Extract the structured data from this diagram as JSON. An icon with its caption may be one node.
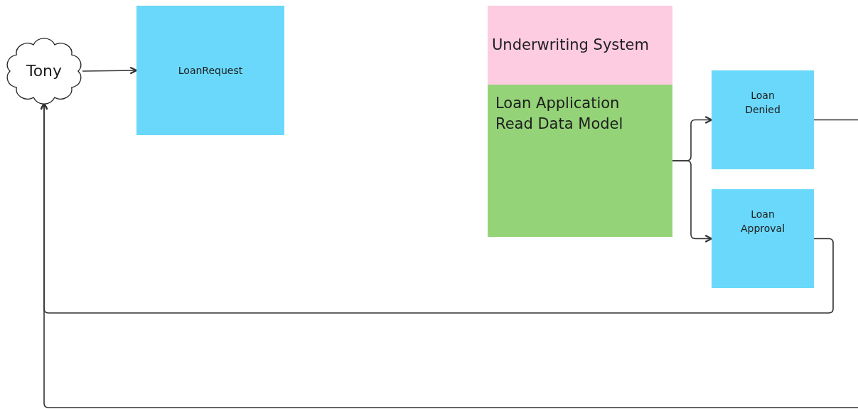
{
  "diagram": {
    "nodes": [
      {
        "text": [
          "Tony"
        ]
      },
      {
        "text": [
          "LoanRequest"
        ]
      },
      {
        "text": [
          "Underwriting System"
        ]
      },
      {
        "text": [
          "Loan Application Read Data Model"
        ]
      },
      {
        "text": [
          "Loan Denied"
        ]
      },
      {
        "text": [
          "Loan Approval"
        ]
      }
    ],
    "edges": [
      {
        "from": 0,
        "to": 1,
        "arrow": "to"
      },
      {
        "from": 3,
        "to": 4,
        "arrow": "to"
      },
      {
        "from": 3,
        "to": 5,
        "arrow": "to"
      },
      {
        "from": 5,
        "to": 0,
        "arrow": "to"
      },
      {
        "from": 4,
        "to": 0,
        "arrow": "to"
      }
    ]
  }
}
